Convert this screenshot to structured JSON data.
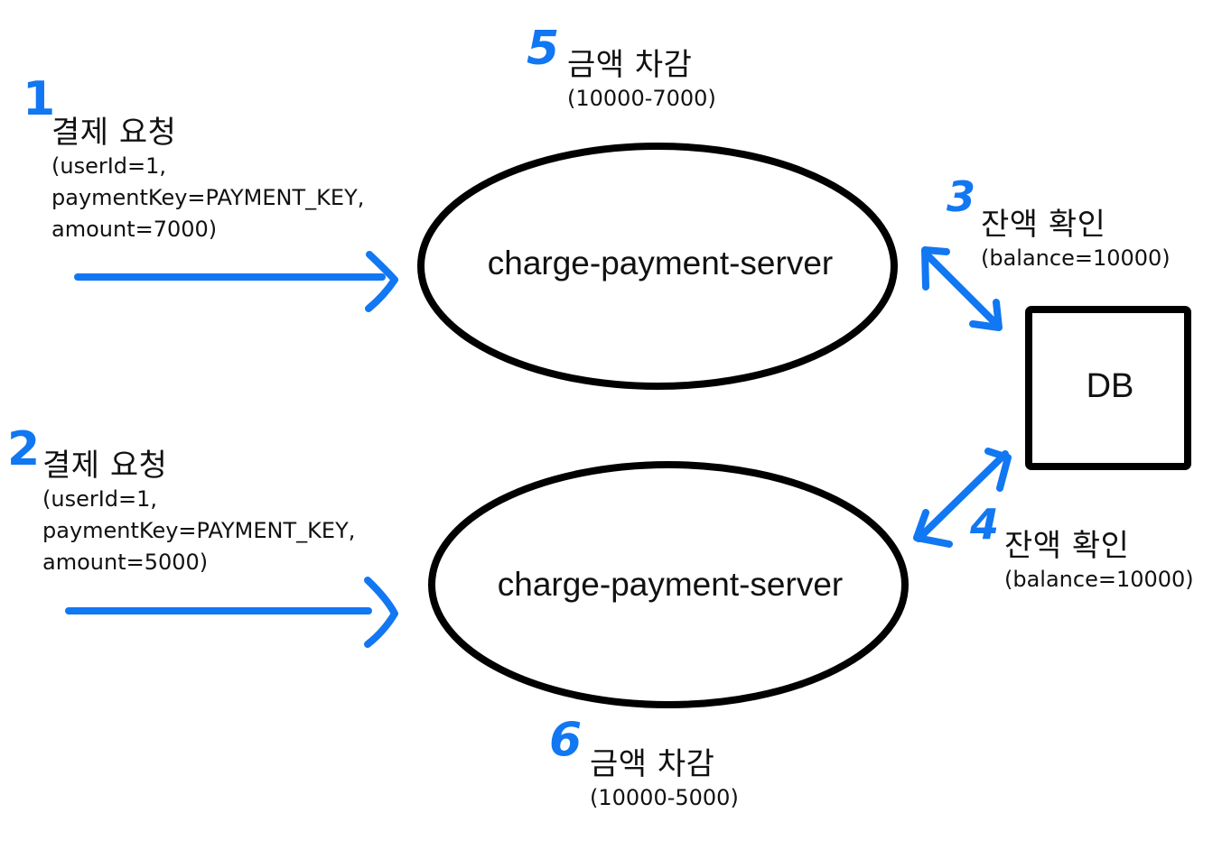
{
  "colors": {
    "accent": "#1177f2",
    "stroke": "#000000",
    "text": "#111111",
    "background": "#ffffff"
  },
  "nodes": {
    "server_top": {
      "label": "charge-payment-server"
    },
    "server_bottom": {
      "label": "charge-payment-server"
    },
    "db": {
      "label": "DB"
    }
  },
  "steps": [
    {
      "number": "1",
      "title": "결제 요청",
      "details": [
        "(userId=1,",
        "paymentKey=PAYMENT_KEY,",
        "amount=7000)"
      ]
    },
    {
      "number": "2",
      "title": "결제 요청",
      "details": [
        "(userId=1,",
        "paymentKey=PAYMENT_KEY,",
        "amount=5000)"
      ]
    },
    {
      "number": "3",
      "title": "잔액 확인",
      "details": [
        "(balance=10000)"
      ]
    },
    {
      "number": "4",
      "title": "잔액 확인",
      "details": [
        "(balance=10000)"
      ]
    },
    {
      "number": "5",
      "title": "금액 차감",
      "details": [
        "(10000-7000)"
      ]
    },
    {
      "number": "6",
      "title": "금액 차감",
      "details": [
        "(10000-5000)"
      ]
    }
  ],
  "edges": [
    {
      "from": "client-1",
      "to": "server_top",
      "type": "arrow"
    },
    {
      "from": "client-2",
      "to": "server_bottom",
      "type": "arrow"
    },
    {
      "from": "server_top",
      "to": "db",
      "type": "bidirectional"
    },
    {
      "from": "server_bottom",
      "to": "db",
      "type": "bidirectional"
    }
  ]
}
